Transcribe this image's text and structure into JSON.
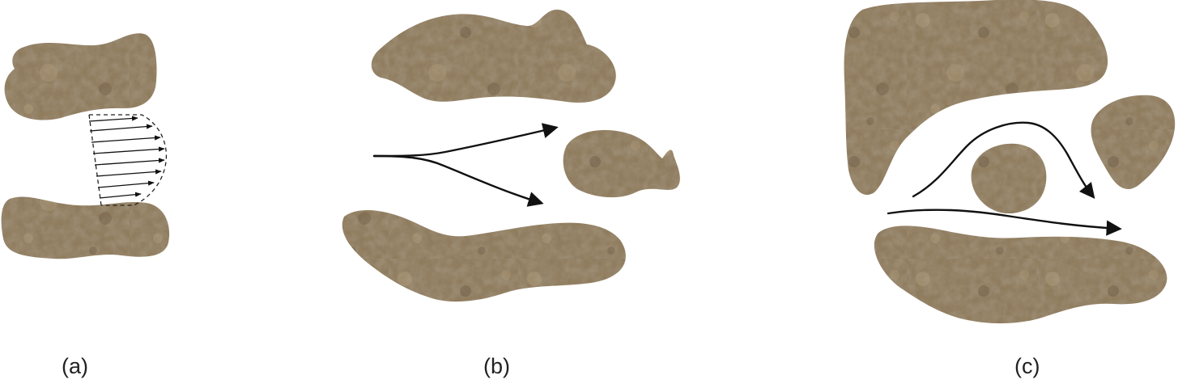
{
  "panels": [
    {
      "label": "(a)"
    },
    {
      "label": "(b)"
    },
    {
      "label": "(c)"
    }
  ],
  "colors": {
    "grain_base": "#8f7b5d",
    "grain_light": "#b9a685",
    "grain_dark": "#5f4e38",
    "arrow": "#111111",
    "background": "#ffffff"
  }
}
